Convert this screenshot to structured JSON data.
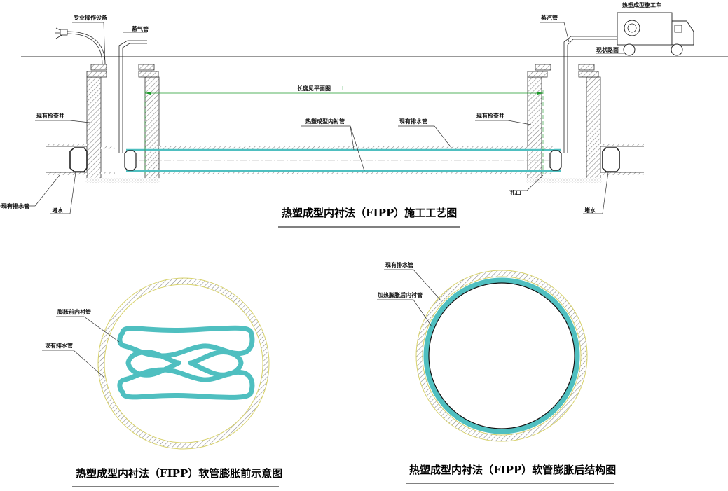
{
  "top": {
    "title": "热塑成型内衬法（FIPP）施工工艺图",
    "labels": {
      "equipment": "专业操作设备",
      "steam_left": "蒸气管",
      "steam_right": "蒸汽管",
      "truck": "热塑成型施工车",
      "road": "现状路面",
      "length": "长度见平面图",
      "length_mark": "L",
      "manhole_left": "现有检查井",
      "manhole_right": "现有检查井",
      "liner": "热塑成型内衬管",
      "drain_pipe": "现有排水管",
      "drain_pipe_left": "现有排水管",
      "plug_left": "堵水",
      "plug_right": "堵水",
      "tie": "扎口"
    }
  },
  "left_section": {
    "title": "热塑成型内衬法（FIPP）软管膨胀前示意图",
    "labels": {
      "liner": "膨胀前内衬管",
      "pipe": "现有排水管"
    }
  },
  "right_section": {
    "title": "热塑成型内衬法（FIPP）软管膨胀后结构图",
    "labels": {
      "pipe": "现有排水管",
      "liner": "加热膨胀后内衬管"
    }
  },
  "colors": {
    "liner": "#4fbfc0",
    "pipe_wall": "#e6e08a",
    "hatch": "#888888"
  }
}
